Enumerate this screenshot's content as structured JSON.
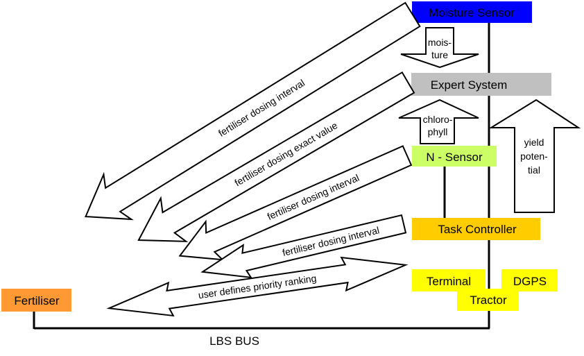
{
  "nodes": {
    "moisture_sensor": {
      "label": "Moisture Sensor",
      "color": "#0000ff"
    },
    "expert_system": {
      "label": "Expert System",
      "color": "#c0c0c0"
    },
    "n_sensor": {
      "label": "N - Sensor",
      "color": "#ccff66"
    },
    "task_controller": {
      "label": "Task Controller",
      "color": "#ffcc00"
    },
    "terminal": {
      "label": "Terminal",
      "color": "#ffff00"
    },
    "dgps": {
      "label": "DGPS",
      "color": "#ffff00"
    },
    "tractor": {
      "label": "Tractor",
      "color": "#ffff00"
    },
    "fertiliser": {
      "label": "Fertiliser",
      "color": "#ff9933"
    }
  },
  "flows": {
    "moisture": [
      "mois-",
      "ture"
    ],
    "chlorophyll": [
      "chloro-",
      "phyll"
    ],
    "yield_potential": [
      "yield",
      "poten-",
      "tial"
    ],
    "dosing_interval_1": "fertiliser dosing interval",
    "dosing_exact_value": "fertiliser dosing exact value",
    "dosing_interval_2": "fertiliser dosing interval",
    "dosing_interval_3": "fertiliser dosing interval",
    "priority_ranking": "user defines priority ranking"
  },
  "bus": {
    "label": "LBS BUS"
  }
}
